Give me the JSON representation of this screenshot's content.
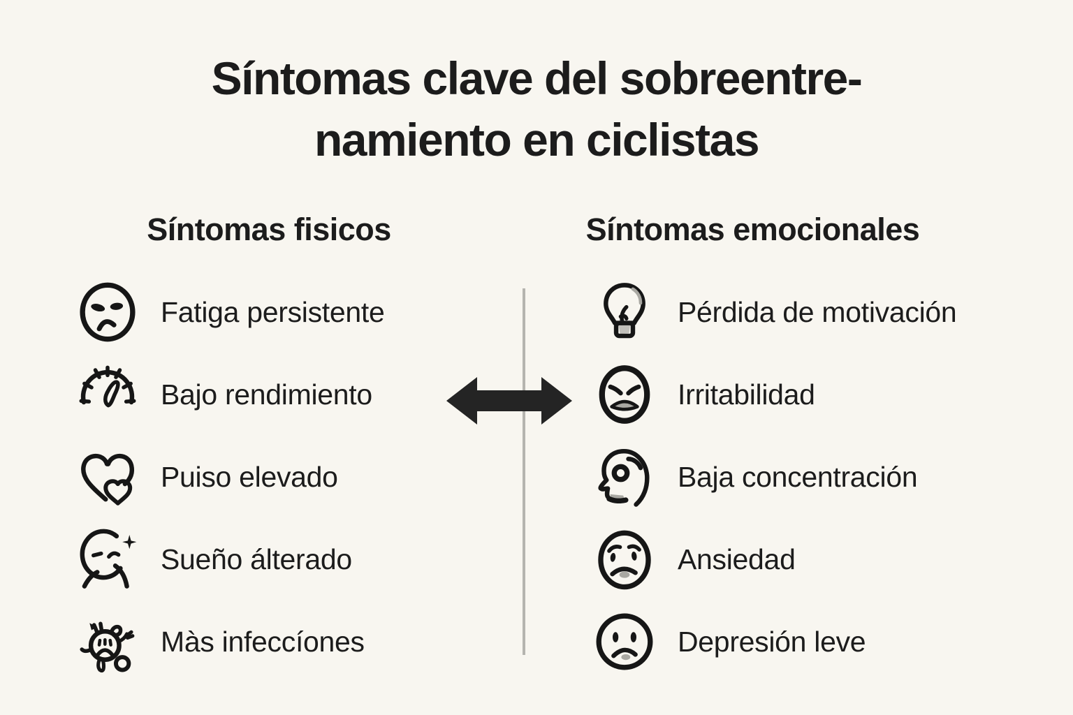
{
  "colors": {
    "bg": "#f8f6f0",
    "ink": "#1c1c1c",
    "icon": "#161616",
    "shade": "#a9a8a2",
    "divider": "#b5b4af",
    "arrow": "#242424"
  },
  "title": {
    "line1": "Síntomas clave del sobreentre-",
    "line2": "namiento en ciclistas"
  },
  "columns": [
    {
      "id": "physical",
      "heading": "Síntomas fisicos",
      "items": [
        {
          "icon": "tired-face-icon",
          "label": "Fatiga persistente"
        },
        {
          "icon": "speedometer-icon",
          "label": "Bajo rendimiento"
        },
        {
          "icon": "double-heart-icon",
          "label": "Puiso elevado"
        },
        {
          "icon": "sleepy-face-icon",
          "label": "Sueño álterado"
        },
        {
          "icon": "virus-icon",
          "label": "Màs infeccíones"
        }
      ]
    },
    {
      "id": "emotional",
      "heading": "Síntomas emocionales",
      "items": [
        {
          "icon": "lightbulb-icon",
          "label": "Pérdida de motivación"
        },
        {
          "icon": "angry-face-icon",
          "label": "Irritabilidad"
        },
        {
          "icon": "head-profile-icon",
          "label": "Baja concentración"
        },
        {
          "icon": "worried-face-icon",
          "label": "Ansiedad"
        },
        {
          "icon": "sad-face-icon",
          "label": "Depresión leve"
        }
      ]
    }
  ],
  "separator": {
    "divider": "vertical-line",
    "arrow": "double-headed-horizontal-arrow"
  }
}
